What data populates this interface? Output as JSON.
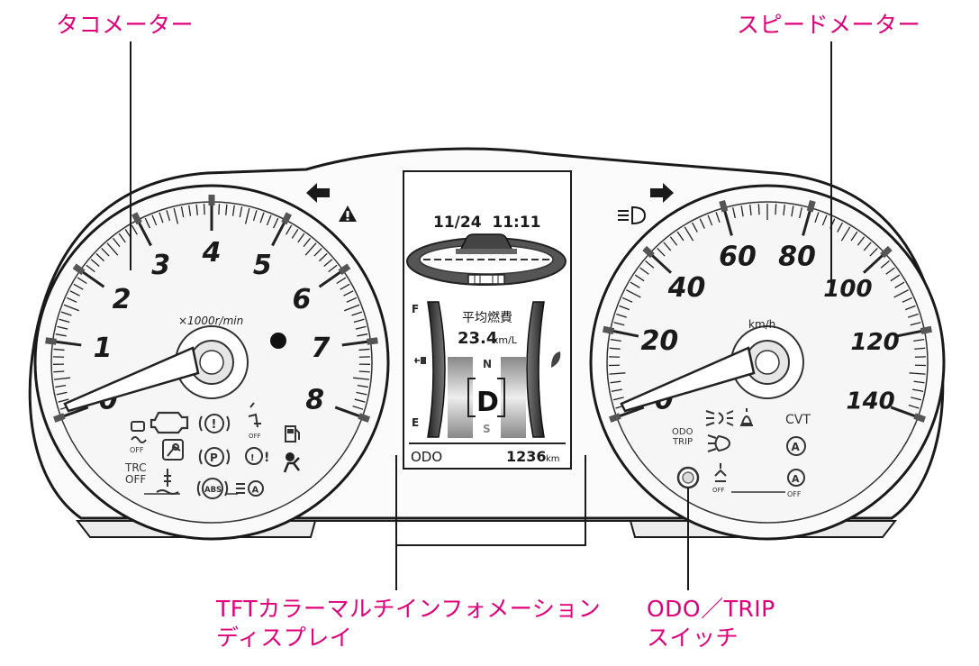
{
  "callouts": {
    "tachometer": "タコメーター",
    "speedometer": "スピードメーター",
    "tft_line1": "TFTカラーマルチインフォメーション",
    "tft_line2": "ディスプレイ",
    "odo_line1": "ODO／TRIP",
    "odo_line2": "スイッチ"
  },
  "tachometer": {
    "unit": "×1000r/min",
    "numbers": [
      "0",
      "1",
      "2",
      "3",
      "4",
      "5",
      "6",
      "7",
      "8"
    ]
  },
  "speedometer": {
    "unit": "km/h",
    "numbers": [
      "0",
      "20",
      "40",
      "60",
      "80",
      "100",
      "120",
      "140"
    ]
  },
  "display": {
    "datetime": "11/24  11:11",
    "fuel_full": "F",
    "fuel_empty": "E",
    "avg_label": "平均燃費",
    "avg_value": "23.4",
    "avg_unit": "km/L",
    "gear_n": "N",
    "gear_d": "D",
    "gear_s": "S",
    "odo_label": "ODO",
    "odo_value": "1236",
    "odo_unit": "km"
  },
  "indicators": {
    "trc_off": "TRC\nOFF",
    "trc_off_l1": "TRC",
    "trc_off_l2": "OFF",
    "off_small": "OFF",
    "abs": "ABS",
    "odo_trip_l1": "ODO",
    "odo_trip_l2": "TRIP",
    "cvt": "CVT"
  },
  "colors": {
    "callout": "#e0007a",
    "line": "#1a1a1a",
    "dial_fill": "#f4f4f4"
  }
}
